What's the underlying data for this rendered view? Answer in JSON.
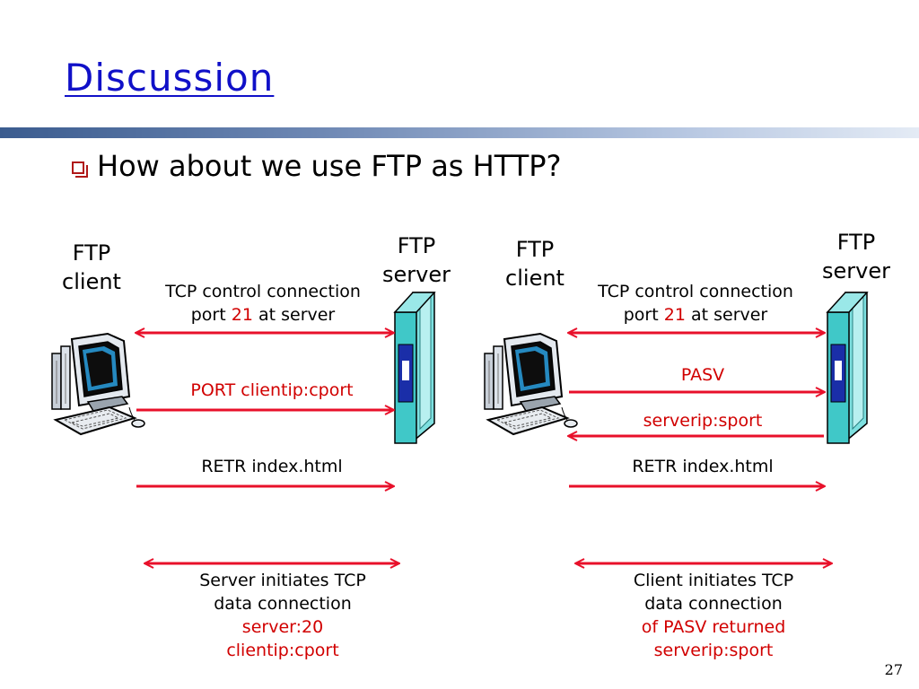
{
  "slide": {
    "title": "Discussion",
    "bullet": "How about we use FTP as HTTP?",
    "page_number": "27"
  },
  "left": {
    "client_label_1": "FTP",
    "client_label_2": "client",
    "server_label_1": "FTP",
    "server_label_2": "server",
    "control_line_1": "TCP control connection",
    "control_port_prefix": "port",
    "control_port_num": "21",
    "control_port_suffix": "at server",
    "port_cmd": "PORT clientip:cport",
    "retr_cmd": "RETR index.html",
    "data_line_1": "Server initiates TCP",
    "data_line_2": "data connection",
    "data_line_3": "server:20",
    "data_line_4": "clientip:cport"
  },
  "right": {
    "client_label_1": "FTP",
    "client_label_2": "client",
    "server_label_1": "FTP",
    "server_label_2": "server",
    "control_line_1": "TCP control connection",
    "control_port_prefix": "port",
    "control_port_num": "21",
    "control_port_suffix": "at server",
    "pasv_cmd": "PASV",
    "pasv_reply": "serverip:sport",
    "retr_cmd": "RETR index.html",
    "data_line_1": "Client initiates TCP",
    "data_line_2": "data connection",
    "data_line_3": "of PASV returned",
    "data_line_4": "serverip:sport"
  },
  "colors": {
    "title": "#1010c8",
    "arrow": "#e8102a",
    "accent_text": "#d10000",
    "server_face": "#40c8c8",
    "server_panel": "#1a2ea8"
  },
  "icons": [
    "computer-icon",
    "server-icon",
    "checkbox-bullet-icon"
  ]
}
